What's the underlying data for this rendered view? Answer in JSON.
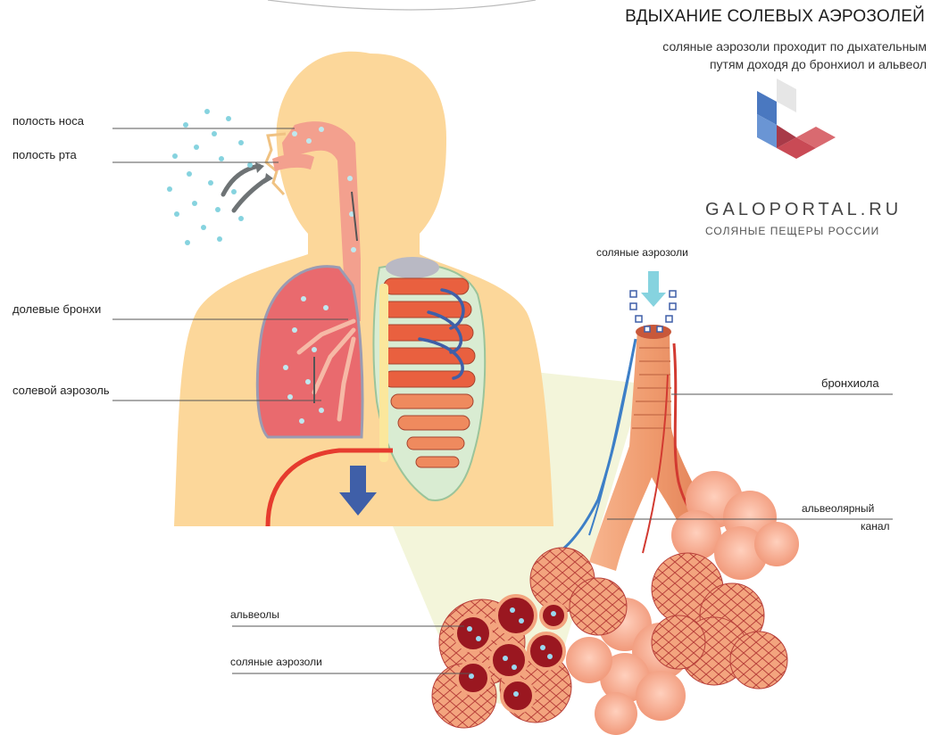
{
  "header": {
    "title": "ВДЫХАНИЕ СОЛЕВЫХ АЭРОЗОЛЕЙ",
    "subtitle_line1": "соляные аэрозоли проходит по дыхательным",
    "subtitle_line2": "путям доходя до бронхиол и альвеол"
  },
  "brand": {
    "name": "GALOPORTAL.RU",
    "tagline": "СОЛЯНЫЕ ПЕЩЕРЫ РОССИИ"
  },
  "labels": {
    "nasal_cavity": "полость носа",
    "oral_cavity": "полость рта",
    "lobar_bronchi": "долевые бронхи",
    "salt_aerosol": "солевой аэрозоль",
    "salt_aerosols_top": "соляные аэрозоли",
    "bronchiole": "бронхиола",
    "alveolar_duct_1": "альвеолярный",
    "alveolar_duct_2": "канал",
    "alveoli": "альвеолы",
    "salt_aerosols_bottom": "соляные аэрозоли"
  },
  "colors": {
    "skin": "#fcd79a",
    "lung": "#e96a6e",
    "airway": "#f2a08f",
    "ribs": "#cde6c5",
    "aerosol": "#86d3df",
    "arrow_blue": "#3f5fa8",
    "logo_blue": "#4a78c0",
    "logo_red": "#c94a55"
  }
}
